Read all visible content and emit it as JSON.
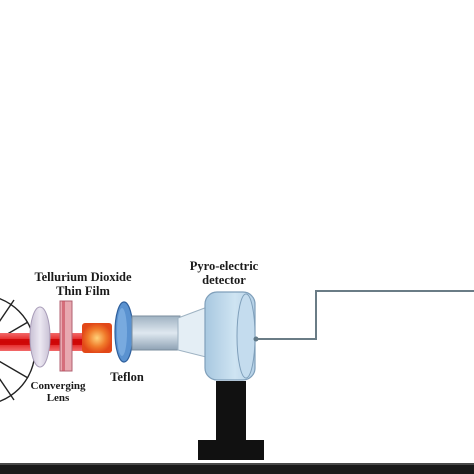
{
  "labels": {
    "thin_film_line1": "Tellurium Dioxide",
    "thin_film_line2": "Thin Film",
    "lens_line1": "Converging",
    "lens_line2": "Lens",
    "teflon": "Teflon",
    "detector_line1": "Pyro-electric",
    "detector_line2": "detector"
  },
  "colors": {
    "laser_beam": "#e01212",
    "thin_film": "#e8a0a8",
    "lens": "#d8d0e0",
    "teflon": "#5a92d0",
    "detector_body": "#bcd8ec",
    "stand": "#111111",
    "signal_wire": "#6a7c86",
    "bench": "#1a1a1a"
  }
}
